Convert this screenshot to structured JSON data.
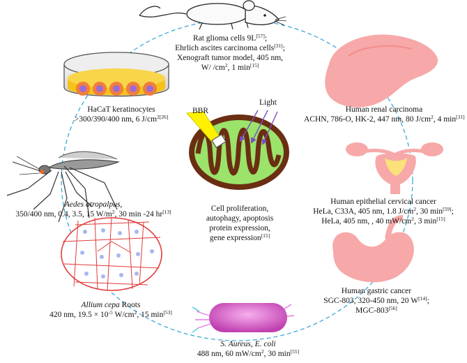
{
  "center": {
    "bbr_label": "BBR",
    "light_label": "Light",
    "lines": [
      {
        "text": "Cell proliferation,",
        "sup": ""
      },
      {
        "text": "autophagy, apoptosis",
        "sup": ""
      },
      {
        "text": "protein expression,",
        "sup": ""
      },
      {
        "text": "gene expression",
        "sup": "[15]"
      }
    ]
  },
  "nodes": [
    {
      "id": "rat",
      "lines": [
        {
          "parts": [
            {
              "t": "Rat glioma cells 9L"
            },
            {
              "t": "[57]",
              "s": "sup"
            },
            {
              "t": ";"
            }
          ]
        },
        {
          "parts": [
            {
              "t": "Ehrlich ascites carcinoma cells"
            },
            {
              "t": "[31]",
              "s": "sup"
            },
            {
              "t": ";"
            }
          ]
        },
        {
          "parts": [
            {
              "t": "Xenograft tumor model, 405 nm,"
            }
          ]
        },
        {
          "parts": [
            {
              "t": "W/ /cm"
            },
            {
              "t": "2",
              "s": "sup"
            },
            {
              "t": ", 1 min"
            },
            {
              "t": "[15]",
              "s": "sup"
            }
          ]
        }
      ]
    },
    {
      "id": "hacat",
      "lines": [
        {
          "parts": [
            {
              "t": "HaCaT keratinocytes"
            }
          ]
        },
        {
          "parts": [
            {
              "t": ">300/390/400 nm, 6 J/cm"
            },
            {
              "t": "2",
              "s": "sup"
            },
            {
              "t": "[26]",
              "s": "sup"
            }
          ]
        }
      ]
    },
    {
      "id": "renal",
      "lines": [
        {
          "parts": [
            {
              "t": "Human renal carcinoma"
            }
          ]
        },
        {
          "parts": [
            {
              "t": "ACHN, 786-O, HK-2, 447 nm, 80 J/cm"
            },
            {
              "t": "2",
              "s": "sup"
            },
            {
              "t": ", 4 min"
            },
            {
              "t": "[31]",
              "s": "sup"
            }
          ]
        }
      ]
    },
    {
      "id": "aedes",
      "lines": [
        {
          "parts": [
            {
              "t": "Aedes atropalpus,",
              "s": "it"
            }
          ]
        },
        {
          "parts": [
            {
              "t": "350/400 nm, 0.4, 3.5, 15 W/m"
            },
            {
              "t": "2",
              "s": "sup"
            },
            {
              "t": ", 30 min -24 hr"
            },
            {
              "t": "[13]",
              "s": "sup"
            }
          ]
        }
      ]
    },
    {
      "id": "cervical",
      "lines": [
        {
          "parts": [
            {
              "t": "Human epithelial cervical cancer"
            }
          ]
        },
        {
          "parts": [
            {
              "t": "HeLa, C33A,  405 nm, 1.8 J/cm"
            },
            {
              "t": "2",
              "s": "sup"
            },
            {
              "t": ", 30 min"
            },
            {
              "t": "[59]",
              "s": "sup"
            },
            {
              "t": ";"
            }
          ]
        },
        {
          "parts": [
            {
              "t": "HeLa, 405 nm, , 40 mW/cm"
            },
            {
              "t": "2",
              "s": "sup"
            },
            {
              "t": ", 3 min"
            },
            {
              "t": "[15]",
              "s": "sup"
            }
          ]
        }
      ]
    },
    {
      "id": "allium",
      "lines": [
        {
          "parts": [
            {
              "t": "Allium cepa",
              "s": "it"
            },
            {
              "t": " Roots"
            }
          ]
        },
        {
          "parts": [
            {
              "t": "420 nm, 19.5 × 10"
            },
            {
              "t": "-5",
              "s": "sup"
            },
            {
              "t": " W/cm"
            },
            {
              "t": "2",
              "s": "sup"
            },
            {
              "t": ", 15 min"
            },
            {
              "t": "[53]",
              "s": "sup"
            }
          ]
        }
      ]
    },
    {
      "id": "gastric",
      "lines": [
        {
          "parts": [
            {
              "t": "Human gastric cancer"
            }
          ]
        },
        {
          "parts": [
            {
              "t": "SGC-803, 320-450 nm, 20 W"
            },
            {
              "t": "[14]",
              "s": "sup"
            },
            {
              "t": ";"
            }
          ]
        },
        {
          "parts": [
            {
              "t": "MGC-803"
            },
            {
              "t": "[56]",
              "s": "sup"
            }
          ]
        }
      ]
    },
    {
      "id": "bacteria",
      "lines": [
        {
          "parts": [
            {
              "t": "S. Aureus, E. coli",
              "s": "it"
            }
          ]
        },
        {
          "parts": [
            {
              "t": "488 nm, 60 mW/cm"
            },
            {
              "t": "2",
              "s": "sup"
            },
            {
              "t": ", 30 min"
            },
            {
              "t": "[55]",
              "s": "sup"
            }
          ]
        }
      ]
    }
  ],
  "colors": {
    "cycle": "#3aa9d9",
    "organ": "#f7a8a8",
    "mito_outer": "#6b2e12",
    "mito_inner": "#9be36a",
    "bacteria": "#e070c8",
    "beam": "#fff200",
    "light_arrows": "#7a4fbf"
  }
}
